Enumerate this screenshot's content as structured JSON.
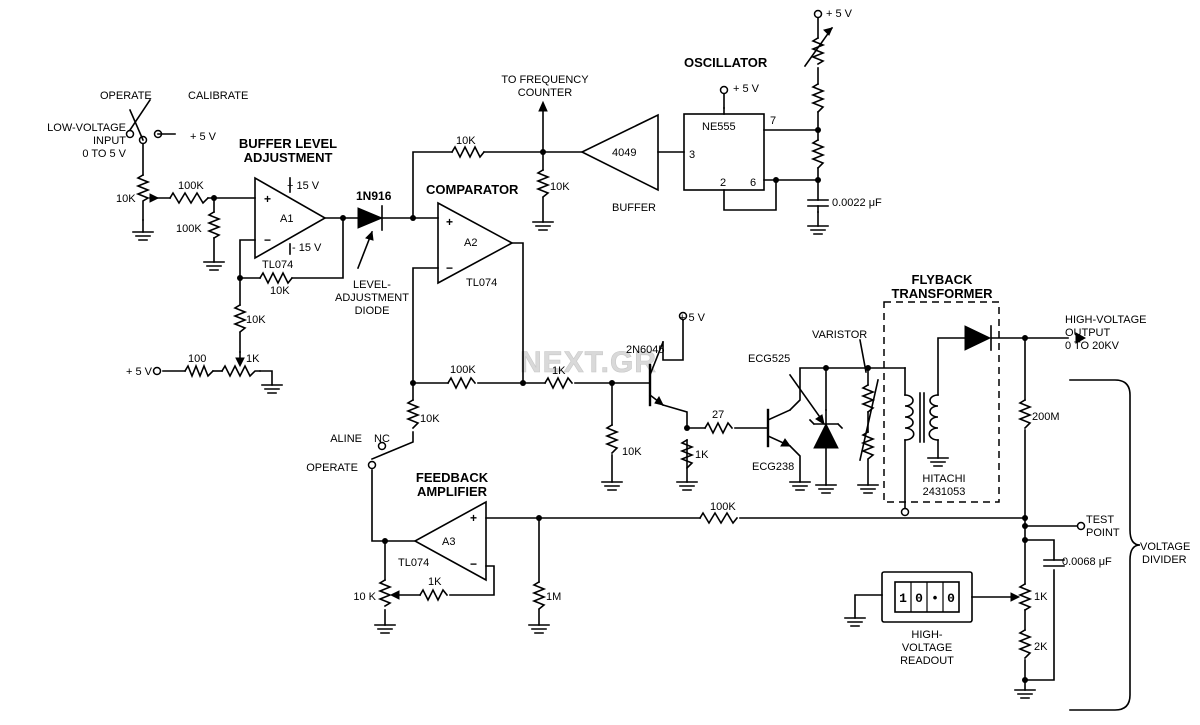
{
  "title": "",
  "watermark": "NEXT.GR",
  "blocks": {
    "buffer": "BUFFER LEVEL ADJUSTMENT",
    "comparator": "COMPARATOR",
    "oscillator": "OSCILLATOR",
    "feedback": "FEEDBACK AMPLIFIER",
    "flyback": "FLYBACK TRANSFORMER",
    "voltage_divider": "VOLTAGE DIVIDER",
    "readout": "HIGH-VOLTAGE READOUT"
  },
  "labels": {
    "low_voltage_input": "LOW-VOLTAGE INPUT 0 TO 5 V",
    "operate_top": "OPERATE",
    "calibrate": "CALIBRATE",
    "plus5v_sw": "+ 5 V",
    "to_freq_counter": "TO FREQUENCY COUNTER",
    "level_diode": "LEVEL-ADJUSTMENT DIODE",
    "buffer_label": "BUFFER",
    "hv_output": "HIGH-VOLTAGE OUTPUT 0 TO 20KV",
    "test_point": "TEST POINT",
    "aline": "ALINE",
    "nc": "NC",
    "operate_bottom": "OPERATE",
    "varistor": "VARISTOR",
    "hitachi": "HITACHI 2431053"
  },
  "components": {
    "a1": "A1",
    "a2": "A2",
    "a3": "A3",
    "tl074_1": "TL074",
    "tl074_2": "TL074",
    "tl074_3": "TL074",
    "ne555": "NE555",
    "inv4049": "4049",
    "diode_1n916": "1N916",
    "q_2n6045": "2N6045",
    "q_ecg238": "ECG238",
    "z_ecg525": "ECG525",
    "pin7": "7",
    "pin3": "3",
    "pin2": "2",
    "pin6": "6"
  },
  "values": {
    "r_10k_input_pot": "10K",
    "r_100k_in": "100K",
    "r_100k_shunt": "100K",
    "p15v": "+ 15 V",
    "m15v": "- 15 V",
    "r_10k_a1_fb": "10K",
    "r_10k_vert": "10K",
    "r_100": "100",
    "pot_1k": "1K",
    "p5v_left": "+ 5 V",
    "r_10k_top": "10K",
    "r_10k_gnd": "10K",
    "p5v_555": "+ 5 V",
    "p5v_top": "+ 5 V",
    "c_0022": "0.0022 μF",
    "r_100k_mid": "100K",
    "r_1k_base": "1K",
    "r_10k_base_gnd": "10K",
    "p5v_q": "+ 5 V",
    "r_27": "27",
    "r_1k_emitter": "1K",
    "r_10k_sw": "10K",
    "r_100k_fb": "100K",
    "r_1k_a3": "1K",
    "pot_10k_a3": "10 K",
    "r_1m": "1M",
    "r_200m": "200M",
    "c_0068": "0.0068 μF",
    "pot_1k_div": "1K",
    "r_2k": "2K"
  },
  "readout_digits": [
    "1",
    "0",
    "•",
    "0"
  ]
}
